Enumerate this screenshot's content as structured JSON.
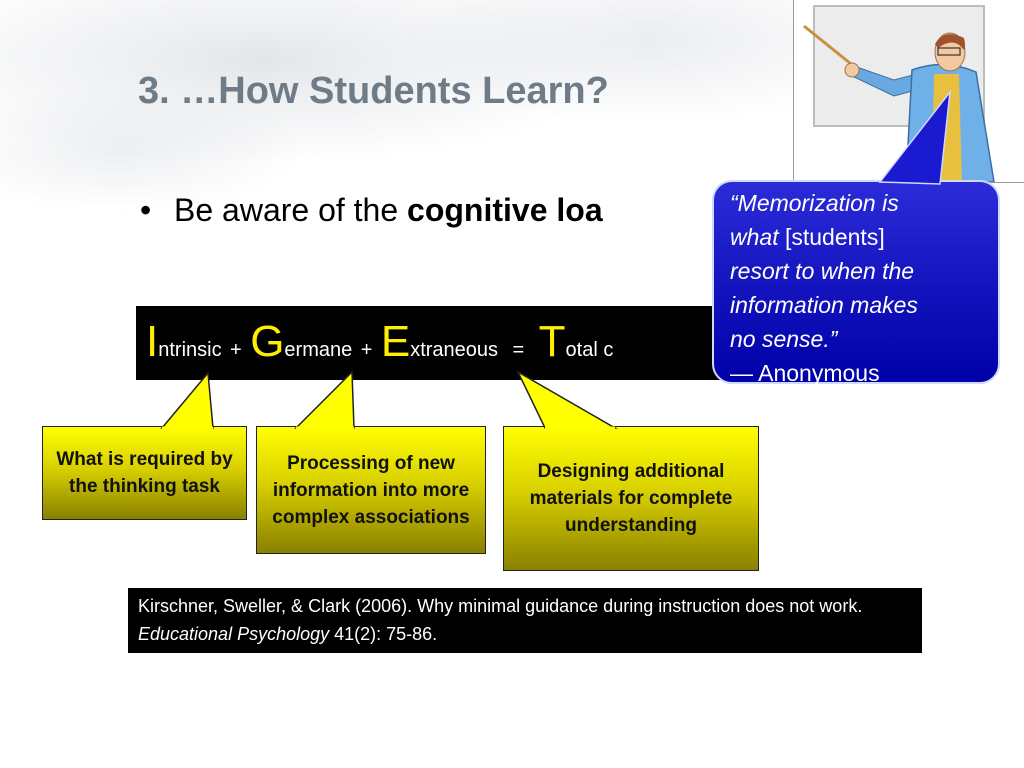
{
  "slide": {
    "title": "3. …How Students Learn?",
    "bullet": {
      "prefix": "Be aware of the ",
      "bold": "cognitive loa"
    }
  },
  "formula": {
    "intrinsic": {
      "initial": "I",
      "rest": "ntrinsic"
    },
    "plus1": "+",
    "germane": {
      "initial": "G",
      "rest": "ermane"
    },
    "plus2": "+",
    "extraneous": {
      "initial": "E",
      "rest": "xtraneous"
    },
    "equals": "=",
    "total": {
      "initial": "T",
      "rest": "otal c"
    }
  },
  "callouts": {
    "intrinsic": "What is required by the thinking task",
    "germane": "Processing of new information into more complex associations",
    "extraneous": "Designing additional materials for complete understanding"
  },
  "citation": {
    "text": "Kirschner, Sweller, & Clark (2006). Why minimal guidance during instruction does not work. ",
    "journal": "Educational Psychology",
    "volume": " 41(2): 75-86."
  },
  "quote": {
    "line1": "“Memorization is",
    "what": "what",
    "students": " [students]",
    "line3": "resort to when the",
    "line4": "information makes",
    "line5": "no sense.”",
    "attribution": "— Anonymous"
  },
  "colors": {
    "title": "#6f7c88",
    "accent_yellow": "#ffee00",
    "quote_blue": "#0000a8"
  }
}
